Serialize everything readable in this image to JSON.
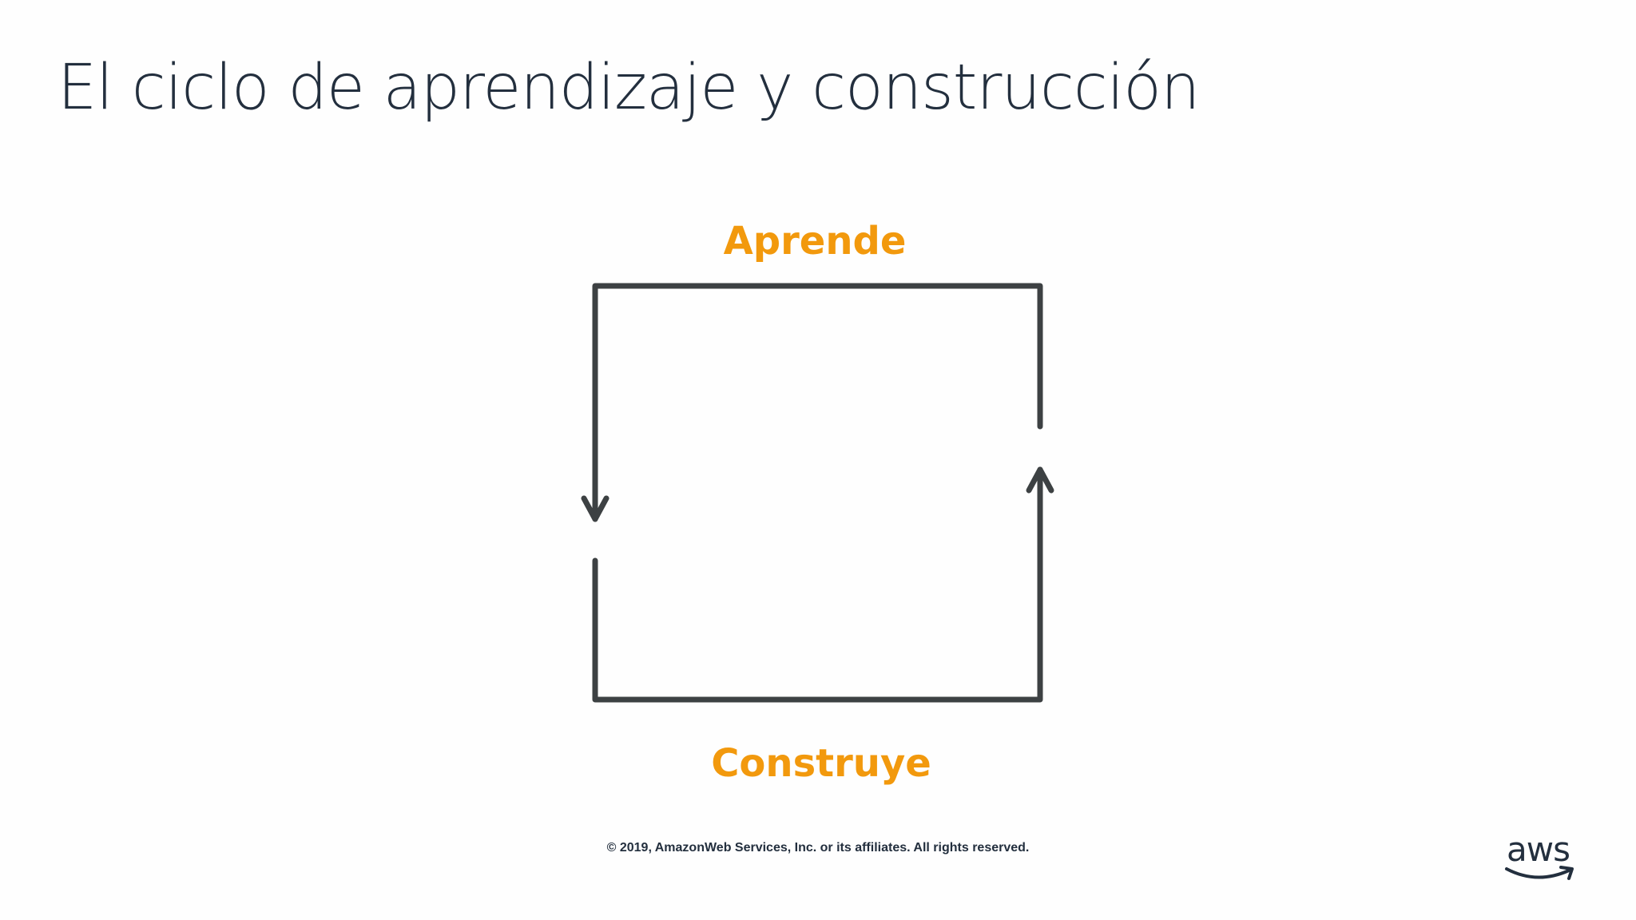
{
  "slide": {
    "title": "El ciclo de aprendizaje y construcción"
  },
  "diagram": {
    "top_label": "Aprende",
    "bottom_label": "Construye",
    "line_color": "#3d4143",
    "label_color": "#f2990d"
  },
  "footer": {
    "copyright": "© 2019, AmazonWeb Services, Inc. or its affiliates. All rights reserved."
  },
  "logo": {
    "text": "aws",
    "icon": "aws-smile-arrow-icon"
  },
  "colors": {
    "title": "#232f3e",
    "background": "#fefefe"
  }
}
